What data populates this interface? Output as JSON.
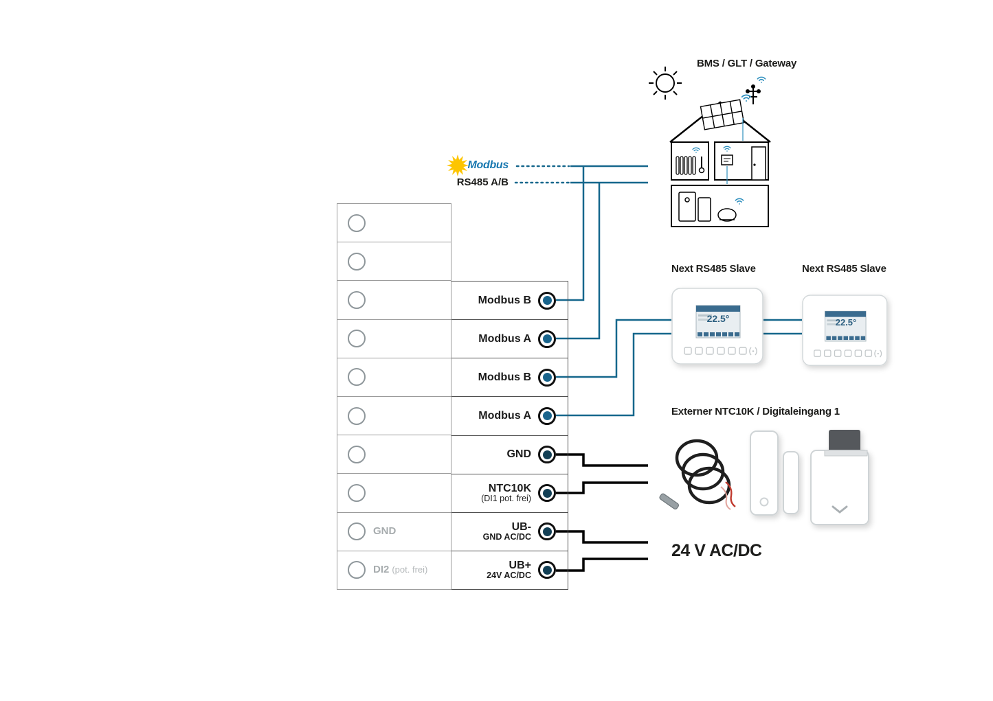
{
  "labels": {
    "modbus_logo": "Modbus",
    "rs485": "RS485 A/B",
    "bms": "BMS / GLT / Gateway",
    "slave_left": "Next RS485 Slave",
    "slave_right": "Next RS485 Slave",
    "sensor_header": "Externer NTC10K / Digitaleingang 1",
    "power": "24 V AC/DC"
  },
  "thermostats": {
    "left_value": "22.5°",
    "right_value": "22.5°"
  },
  "terminal_table": {
    "rows": [
      {
        "left_label": "",
        "left_sub": "",
        "right_label": "",
        "right_sub": ""
      },
      {
        "left_label": "",
        "left_sub": "",
        "right_label": "",
        "right_sub": ""
      },
      {
        "left_label": "",
        "left_sub": "",
        "right_label": "Modbus B",
        "right_sub": ""
      },
      {
        "left_label": "",
        "left_sub": "",
        "right_label": "Modbus A",
        "right_sub": ""
      },
      {
        "left_label": "",
        "left_sub": "",
        "right_label": "Modbus B",
        "right_sub": ""
      },
      {
        "left_label": "",
        "left_sub": "",
        "right_label": "Modbus A",
        "right_sub": ""
      },
      {
        "left_label": "",
        "left_sub": "",
        "right_label": "GND",
        "right_sub": ""
      },
      {
        "left_label": "",
        "left_sub": "",
        "right_label": "NTC10K",
        "right_sub": "(DI1 pot. frei)"
      },
      {
        "left_label": "GND",
        "left_sub": "",
        "right_label": "UB-",
        "right_sub": "GND AC/DC"
      },
      {
        "left_label": "DI2",
        "left_sub": "(pot. frei)",
        "right_label": "UB+",
        "right_sub": "24V AC/DC"
      }
    ]
  },
  "colors": {
    "wire_teal": "#15678c",
    "wire_black": "#000000",
    "modbus_yellow": "#fdc500",
    "modbus_blue": "#1878b0",
    "terminal_blue": "#19648c",
    "terminal_dark": "#123f55"
  }
}
